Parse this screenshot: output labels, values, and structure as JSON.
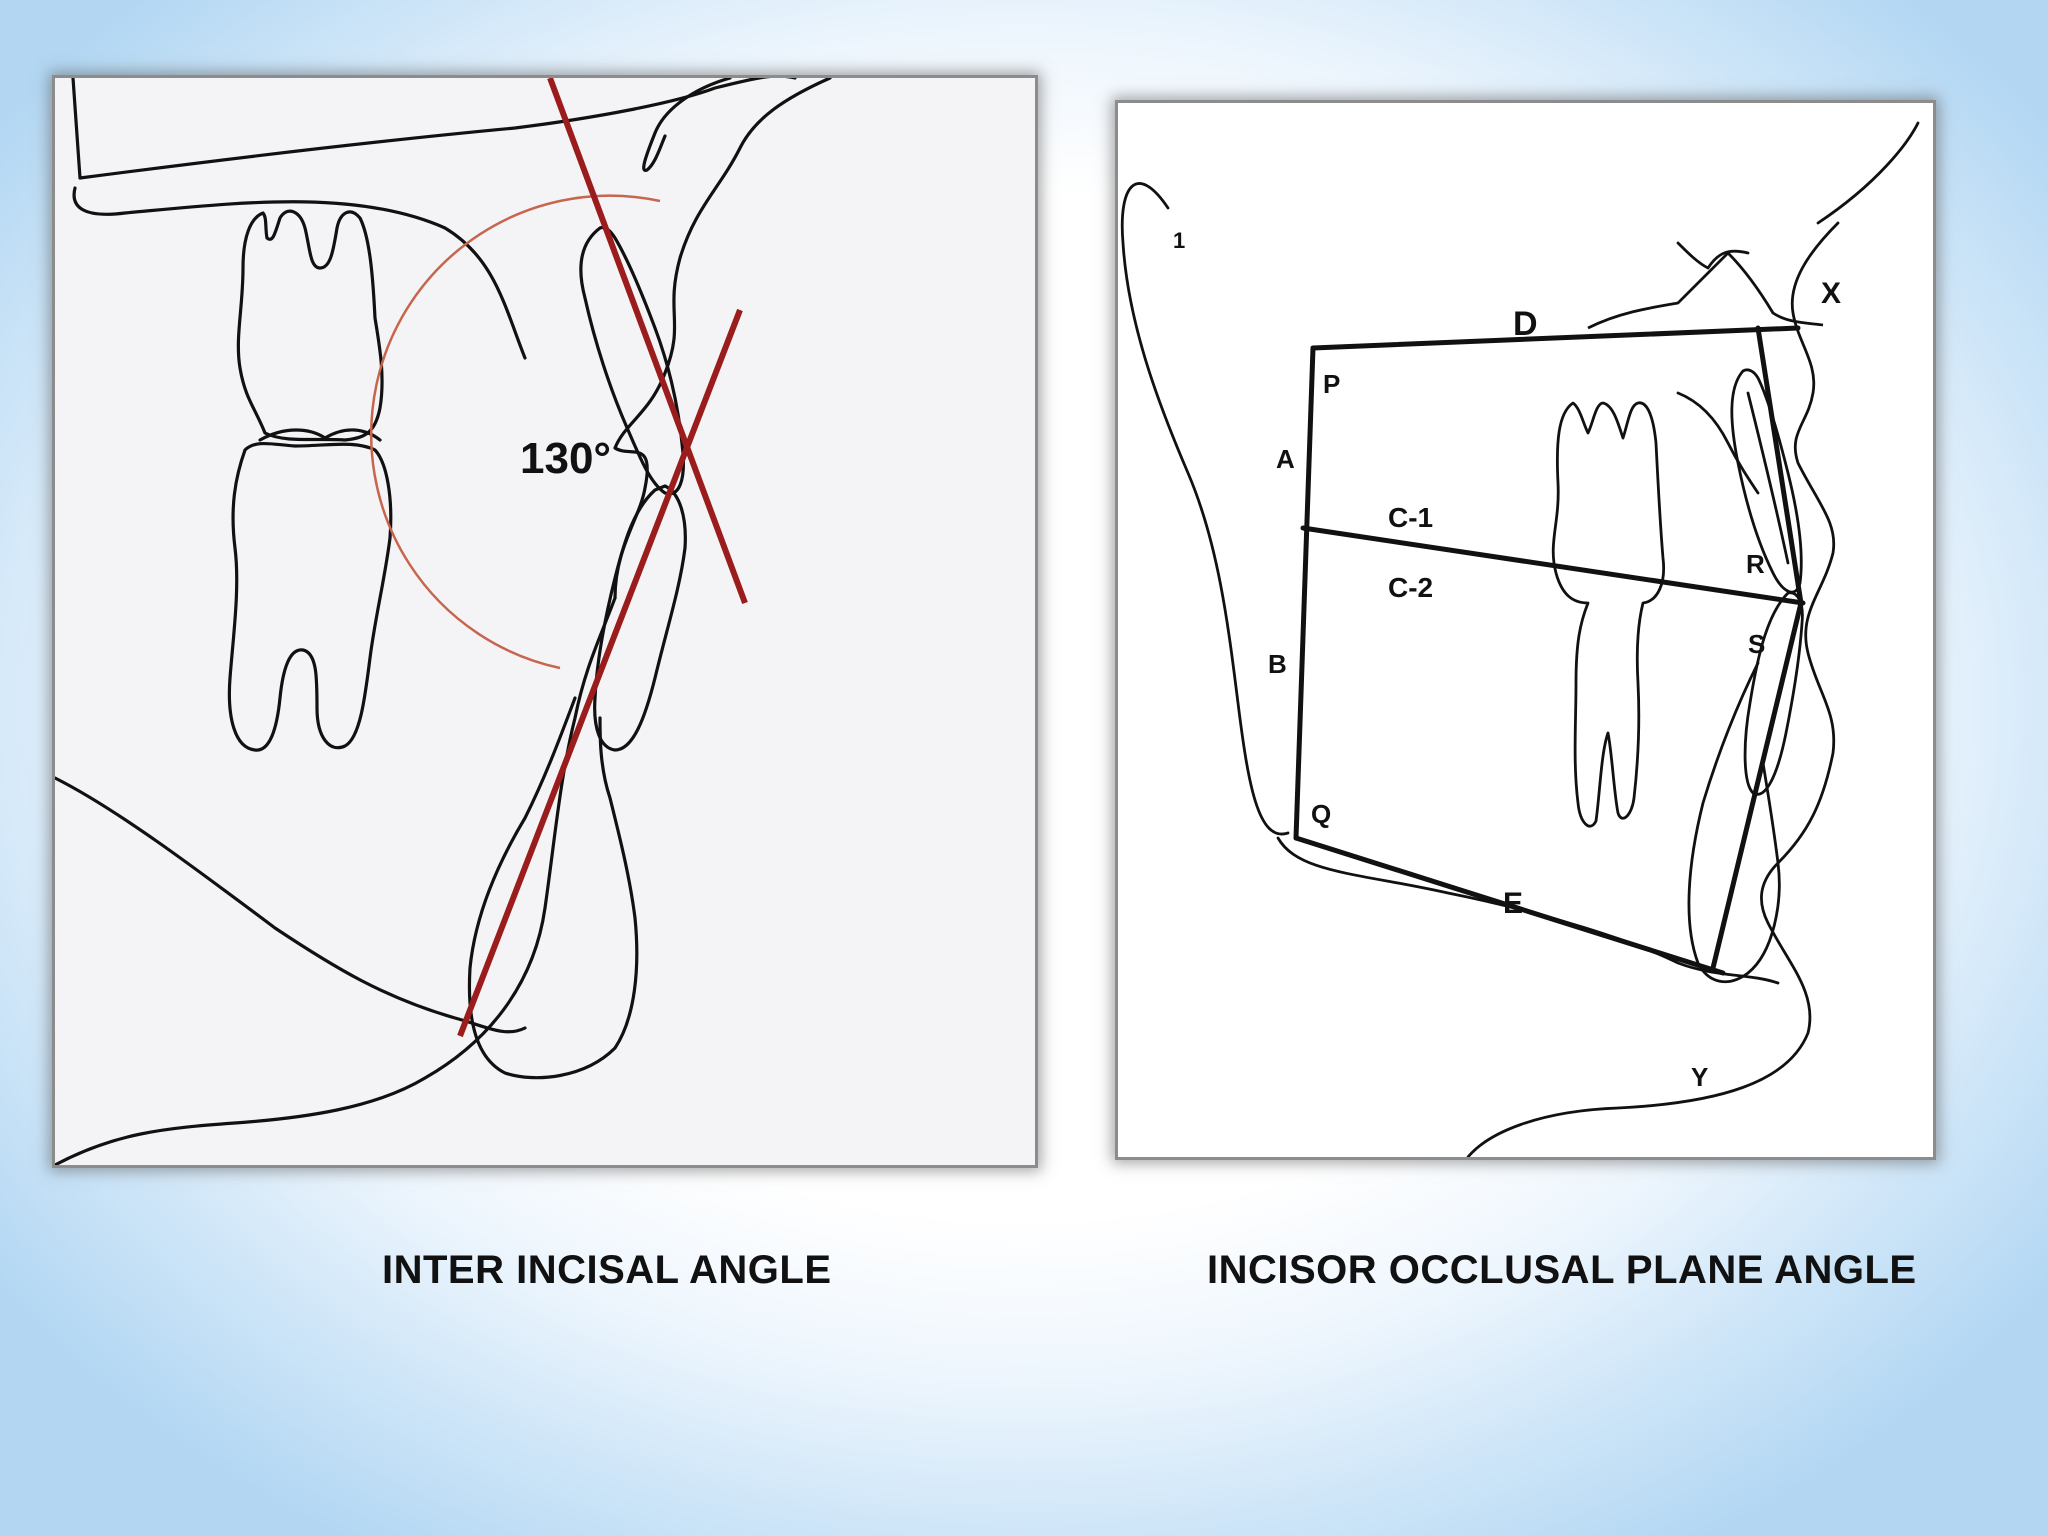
{
  "left_diagram": {
    "angle_label": "130°",
    "caption": "INTER INCISAL ANGLE",
    "colors": {
      "line": "#9b1c1c",
      "arc": "#c7654d",
      "outline": "#111111"
    }
  },
  "right_diagram": {
    "labels": {
      "d": "D",
      "x": "X",
      "p": "P",
      "a": "A",
      "c1": "C-1",
      "c2": "C-2",
      "r": "R",
      "s": "S",
      "b": "B",
      "q": "Q",
      "e": "E",
      "y": "Y",
      "one": "1"
    },
    "caption": "INCISOR OCCLUSAL PLANE ANGLE"
  }
}
